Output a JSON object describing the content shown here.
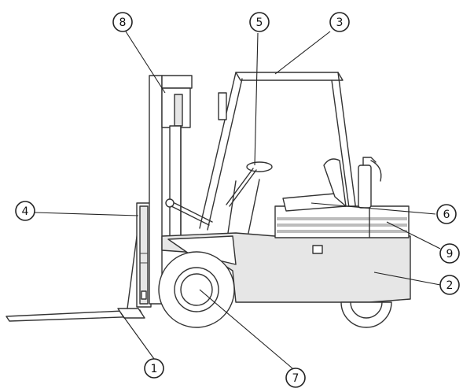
{
  "figure": {
    "callouts": [
      {
        "id": "c1",
        "label": "1"
      },
      {
        "id": "c2",
        "label": "2"
      },
      {
        "id": "c3",
        "label": "3"
      },
      {
        "id": "c4",
        "label": "4"
      },
      {
        "id": "c5",
        "label": "5"
      },
      {
        "id": "c6",
        "label": "6"
      },
      {
        "id": "c7",
        "label": "7"
      },
      {
        "id": "c8",
        "label": "8"
      },
      {
        "id": "c9",
        "label": "9"
      }
    ],
    "colors": {
      "line": "#333333",
      "body_fill": "#e6e6e6",
      "counterweight_band": "#bdbdbd",
      "background": "#ffffff"
    }
  }
}
